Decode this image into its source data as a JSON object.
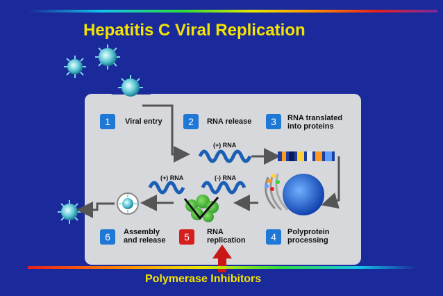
{
  "title": "Hepatitis C Viral Replication",
  "steps": [
    {
      "number": "1",
      "label": "Viral entry"
    },
    {
      "number": "2",
      "label": "RNA release"
    },
    {
      "number": "3",
      "label_line1": "RNA translated",
      "label_line2": "into proteins"
    },
    {
      "number": "4",
      "label_line1": "Polyprotein",
      "label_line2": "processing"
    },
    {
      "number": "5",
      "label_line1": "RNA",
      "label_line2": "replication"
    },
    {
      "number": "6",
      "label_line1": "Assembly",
      "label_line2": "and release"
    }
  ],
  "rna_labels": {
    "plus_top": "(+) RNA",
    "plus_left": "(+) RNA",
    "minus": "(-) RNA"
  },
  "inhibitor_label": "Polymerase Inhibitors",
  "colors": {
    "background": "#1a2a9a",
    "title": "#f5e400",
    "step_badge": "#1f78d6",
    "step_badge_highlight": "#d61e1e",
    "rna_strand": "#1a5fb4",
    "inhibitor_arrow": "#c81818"
  }
}
